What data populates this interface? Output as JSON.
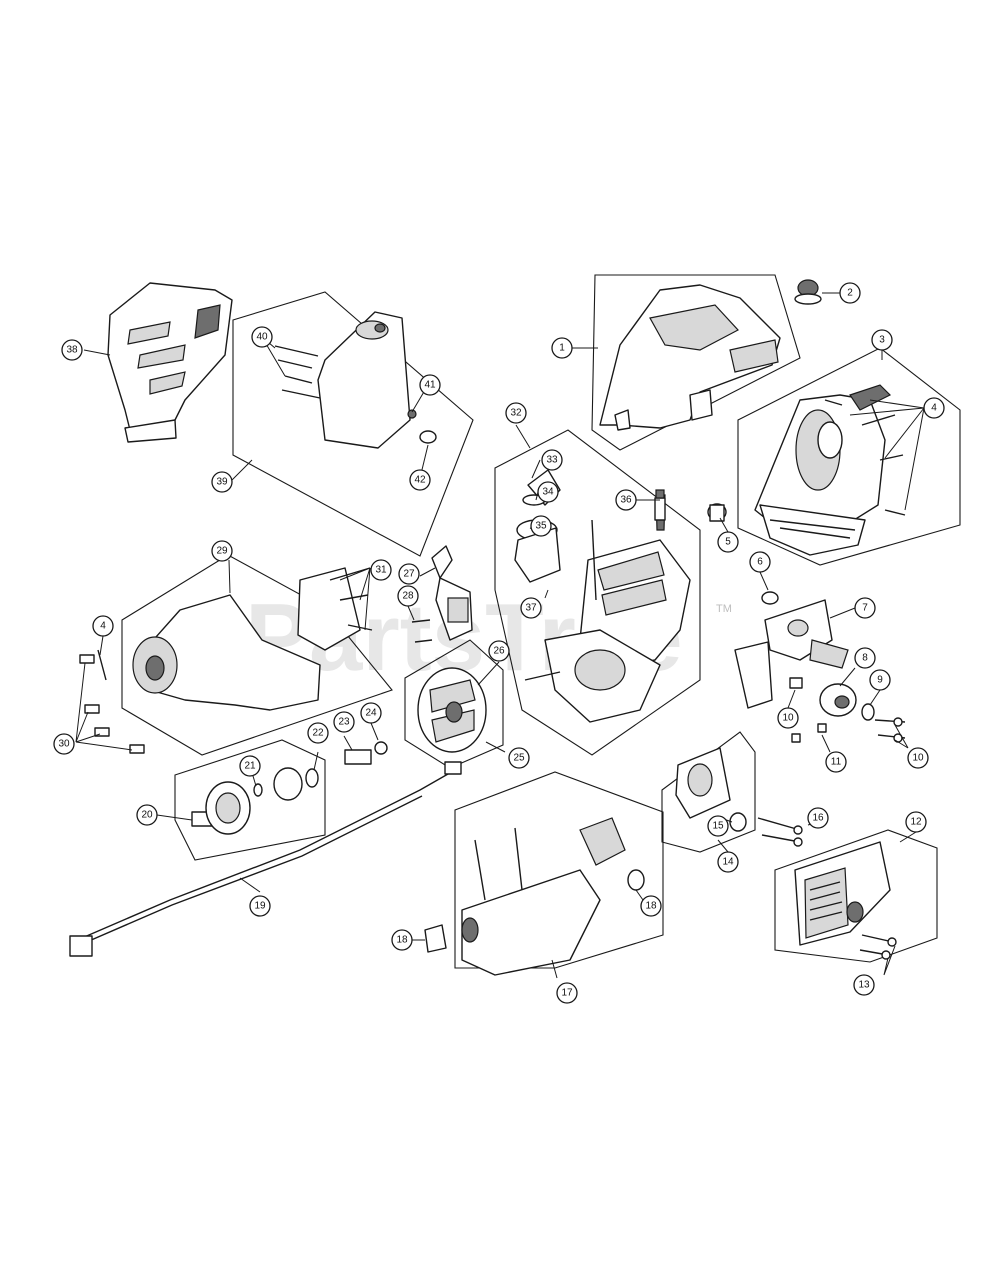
{
  "watermark": {
    "text": "PartsTree",
    "trademark": "TM"
  },
  "callouts": [
    "1",
    "2",
    "3",
    "4",
    "5",
    "6",
    "7",
    "8",
    "9",
    "10",
    "11",
    "12",
    "13",
    "14",
    "15",
    "16",
    "17",
    "18",
    "19",
    "20",
    "21",
    "22",
    "23",
    "24",
    "25",
    "26",
    "27",
    "28",
    "29",
    "30",
    "31",
    "32",
    "33",
    "34",
    "35",
    "36",
    "37",
    "38",
    "39",
    "40",
    "41",
    "42"
  ]
}
